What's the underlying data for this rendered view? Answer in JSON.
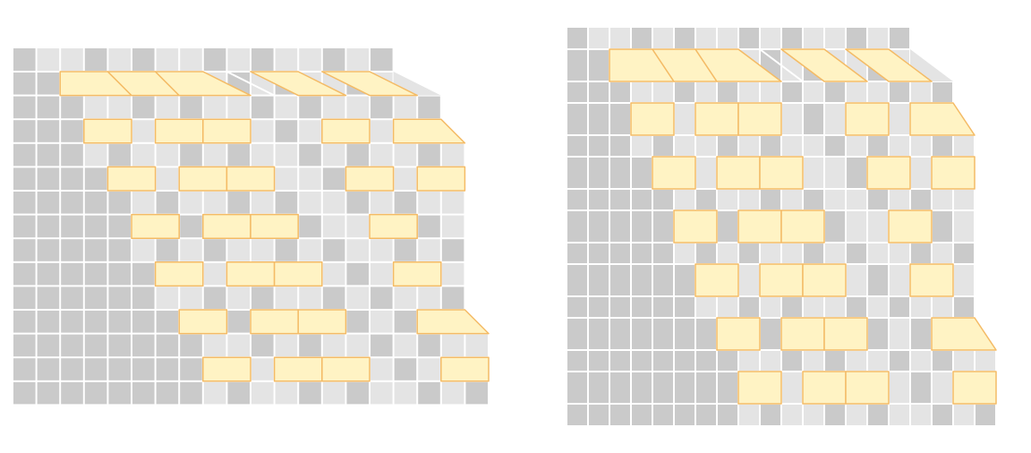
{
  "colors": {
    "cell_dark": "#cacaca",
    "cell_light": "#e4e4e4",
    "grid_line": "#ffffff",
    "block_fill": "#fff3c4",
    "block_stroke": "#f4bb66"
  },
  "grid": {
    "columns": 20,
    "block_rows": 7
  },
  "blocks_by_row": [
    [
      [
        2,
        4,
        2,
        5
      ],
      [
        4,
        6,
        5,
        7
      ],
      [
        6,
        8,
        7,
        10
      ],
      [
        10,
        12,
        12,
        14
      ],
      [
        13,
        15,
        15,
        17
      ]
    ],
    [
      [
        3,
        5,
        3,
        5
      ],
      [
        6,
        8,
        6,
        8
      ],
      [
        8,
        10,
        8,
        10
      ],
      [
        13,
        15,
        13,
        15
      ],
      [
        16,
        18,
        16,
        19
      ]
    ],
    [
      [
        4,
        6,
        4,
        6
      ],
      [
        7,
        9,
        7,
        9
      ],
      [
        9,
        11,
        9,
        11
      ],
      [
        14,
        16,
        14,
        16
      ],
      [
        17,
        19,
        17,
        19
      ]
    ],
    [
      [
        5,
        7,
        5,
        7
      ],
      [
        8,
        10,
        8,
        10
      ],
      [
        10,
        12,
        10,
        12
      ],
      [
        15,
        17,
        15,
        17
      ]
    ],
    [
      [
        6,
        8,
        6,
        8
      ],
      [
        9,
        11,
        9,
        11
      ],
      [
        11,
        13,
        11,
        13
      ],
      [
        16,
        18,
        16,
        18
      ]
    ],
    [
      [
        7,
        9,
        7,
        9
      ],
      [
        10,
        12,
        10,
        12
      ],
      [
        12,
        14,
        12,
        14
      ],
      [
        17,
        19,
        17,
        20
      ]
    ],
    [
      [
        8,
        10,
        8,
        10
      ],
      [
        11,
        13,
        11,
        13
      ],
      [
        13,
        15,
        13,
        15
      ],
      [
        18,
        20,
        18,
        20
      ]
    ]
  ]
}
